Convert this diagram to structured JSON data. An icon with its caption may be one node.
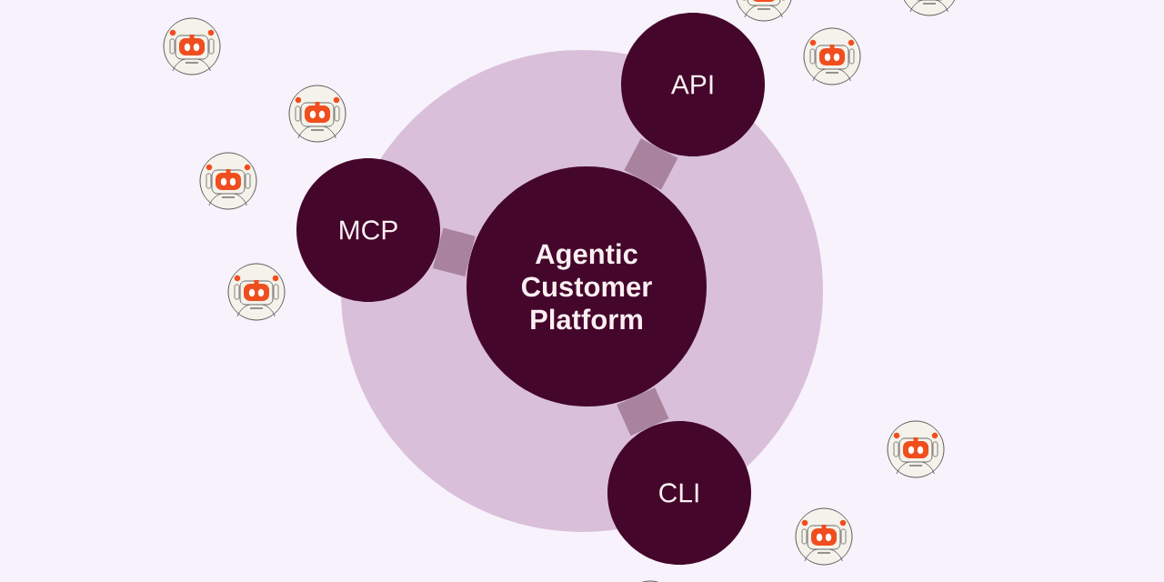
{
  "diagram": {
    "nodes": [
      {
        "text": [],
        "shape": "circle"
      },
      {
        "text": [
          "Agentic Customer Platform"
        ],
        "in": 0
      },
      {
        "text": [
          "MCP"
        ]
      },
      {
        "text": [
          "API"
        ]
      },
      {
        "text": [
          "CLI"
        ]
      }
    ],
    "edges": [
      {
        "from": 1,
        "to": 2,
        "arrow": "none"
      },
      {
        "from": 1,
        "to": 3,
        "arrow": "none"
      },
      {
        "from": 1,
        "to": 4,
        "arrow": "none"
      }
    ]
  }
}
